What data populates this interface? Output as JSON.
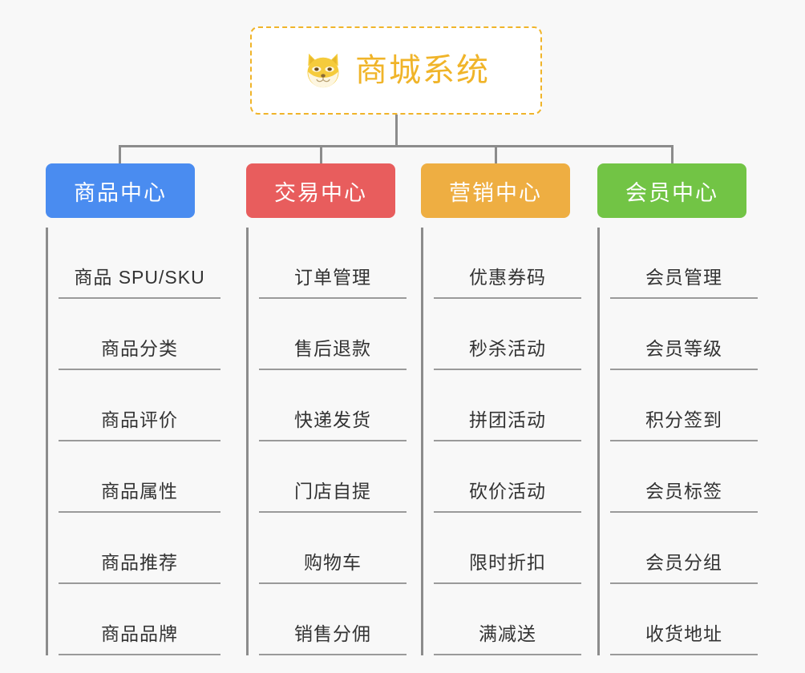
{
  "background_color": "#f8f8f8",
  "root": {
    "title": "商城系统",
    "icon": "shiba-dog-emoji",
    "text_color": "#f0b429",
    "border_color": "#f0b429",
    "fill_color": "#ffffff"
  },
  "connector_color": "#8c8c8c",
  "branches": [
    {
      "label": "商品中心",
      "color": "#4a8cf0",
      "items": [
        "商品 SPU/SKU",
        "商品分类",
        "商品评价",
        "商品属性",
        "商品推荐",
        "商品品牌"
      ]
    },
    {
      "label": "交易中心",
      "color": "#e85d5d",
      "items": [
        "订单管理",
        "售后退款",
        "快递发货",
        "门店自提",
        "购物车",
        "销售分佣"
      ]
    },
    {
      "label": "营销中心",
      "color": "#eeae42",
      "items": [
        "优惠券码",
        "秒杀活动",
        "拼团活动",
        "砍价活动",
        "限时折扣",
        "满减送"
      ]
    },
    {
      "label": "会员中心",
      "color": "#72c445",
      "items": [
        "会员管理",
        "会员等级",
        "积分签到",
        "会员标签",
        "会员分组",
        "收货地址"
      ]
    }
  ]
}
